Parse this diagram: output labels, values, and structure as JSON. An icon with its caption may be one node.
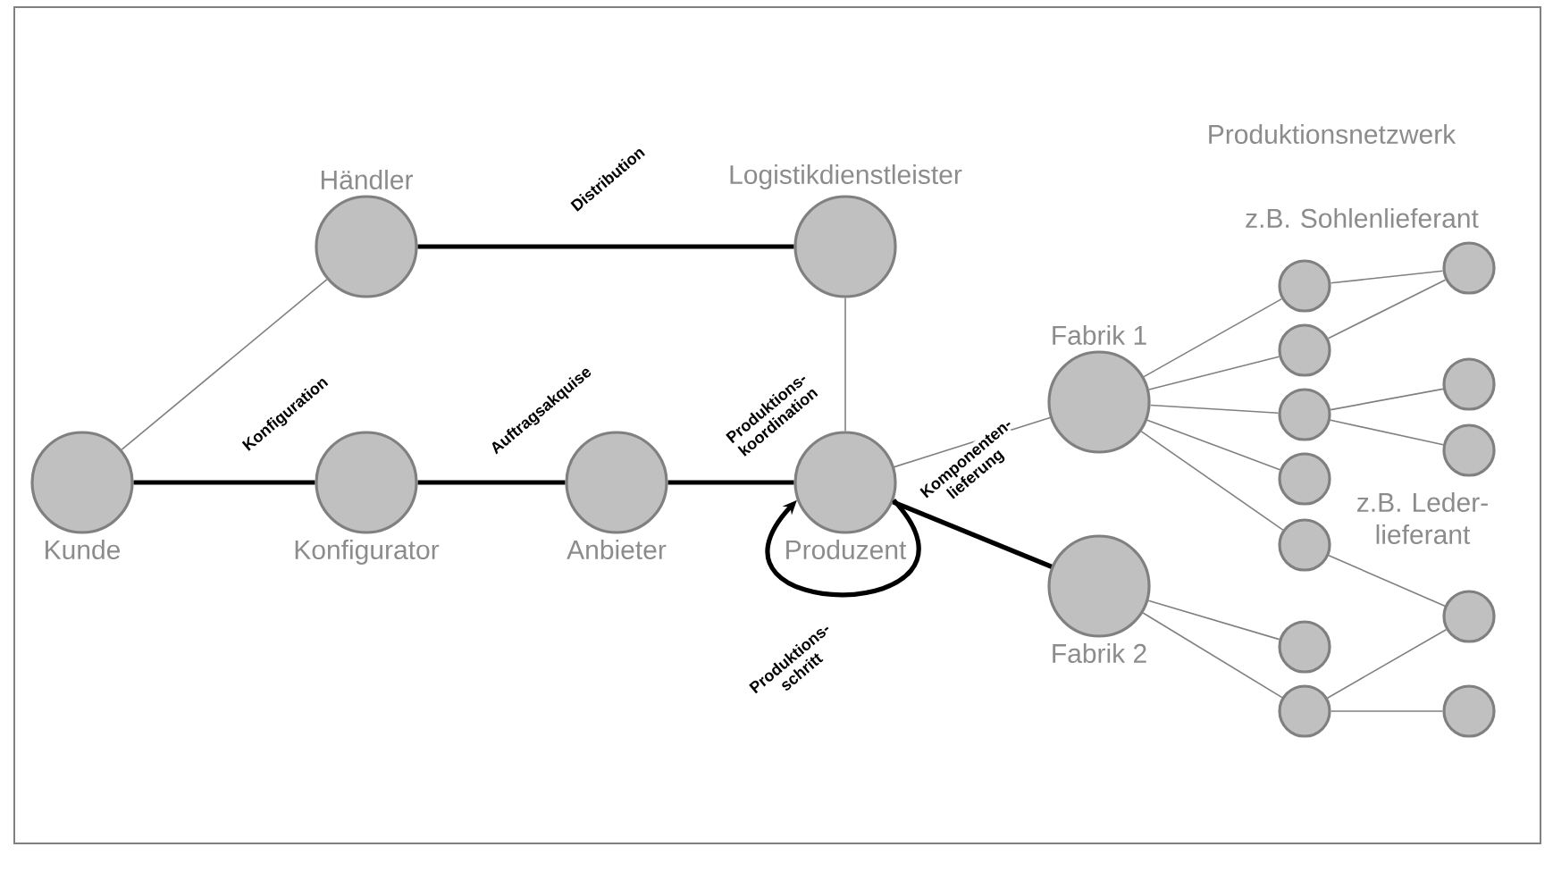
{
  "diagram": {
    "nodes": [
      {
        "text": [
          "Kunde"
        ]
      },
      {
        "text": [
          "Konfigurator"
        ]
      },
      {
        "text": [
          "Anbieter"
        ]
      },
      {
        "text": [
          "Produzent"
        ]
      },
      {
        "text": [
          "Händler"
        ]
      },
      {
        "text": [
          "Logistikdienstleister"
        ]
      },
      {
        "text": [
          "Fabrik 1"
        ]
      },
      {
        "text": [
          "Fabrik 2"
        ]
      },
      {
        "text": [],
        "shape": "circle"
      },
      {
        "text": [],
        "shape": "circle"
      },
      {
        "text": [],
        "shape": "circle"
      },
      {
        "text": [],
        "shape": "circle"
      },
      {
        "text": [],
        "shape": "circle"
      },
      {
        "text": [],
        "shape": "circle"
      },
      {
        "text": [],
        "shape": "circle"
      },
      {
        "text": [],
        "shape": "circle"
      },
      {
        "text": [],
        "shape": "circle"
      },
      {
        "text": [],
        "shape": "circle"
      },
      {
        "text": [],
        "shape": "circle"
      },
      {
        "text": [],
        "shape": "circle"
      }
    ],
    "edges": [
      {
        "from": 0,
        "to": 1,
        "arrow": "none",
        "label": "Konfiguration",
        "style": "thick",
        "color": "#000000"
      },
      {
        "from": 1,
        "to": 2,
        "arrow": "none",
        "label": "Auftragsakquise",
        "style": "thick",
        "color": "#000000"
      },
      {
        "from": 2,
        "to": 3,
        "arrow": "none",
        "label": "Produktions- koordination",
        "style": "thick",
        "color": "#000000"
      },
      {
        "from": 4,
        "to": 5,
        "arrow": "none",
        "label": "Distribution",
        "style": "thick",
        "color": "#000000"
      },
      {
        "from": 0,
        "to": 4,
        "arrow": "none"
      },
      {
        "from": 5,
        "to": 3,
        "arrow": "none"
      },
      {
        "from": 3,
        "to": 6,
        "arrow": "none",
        "label": "Komponenten- lieferung"
      },
      {
        "from": 3,
        "to": 7,
        "arrow": "none",
        "style": "thick",
        "color": "#000000"
      },
      {
        "from": 3,
        "to": 3,
        "arrow": "to",
        "label": "Produktions- schritt",
        "style": "thick",
        "color": "#000000"
      },
      {
        "from": 6,
        "to": 8,
        "arrow": "none"
      },
      {
        "from": 6,
        "to": 9,
        "arrow": "none"
      },
      {
        "from": 6,
        "to": 10,
        "arrow": "none"
      },
      {
        "from": 6,
        "to": 11,
        "arrow": "none"
      },
      {
        "from": 6,
        "to": 12,
        "arrow": "none"
      },
      {
        "from": 8,
        "to": 15,
        "arrow": "none"
      },
      {
        "from": 9,
        "to": 15,
        "arrow": "none"
      },
      {
        "from": 10,
        "to": 16,
        "arrow": "none"
      },
      {
        "from": 10,
        "to": 17,
        "arrow": "none"
      },
      {
        "from": 12,
        "to": 18,
        "arrow": "none"
      },
      {
        "from": 7,
        "to": 13,
        "arrow": "none"
      },
      {
        "from": 7,
        "to": 14,
        "arrow": "none"
      },
      {
        "from": 14,
        "to": 18,
        "arrow": "none"
      },
      {
        "from": 14,
        "to": 19,
        "arrow": "none"
      }
    ],
    "labels": [
      "Produktionsnetzwerk",
      "z.B. Sohlenlieferant",
      "z.B. Leder- lieferant"
    ]
  }
}
